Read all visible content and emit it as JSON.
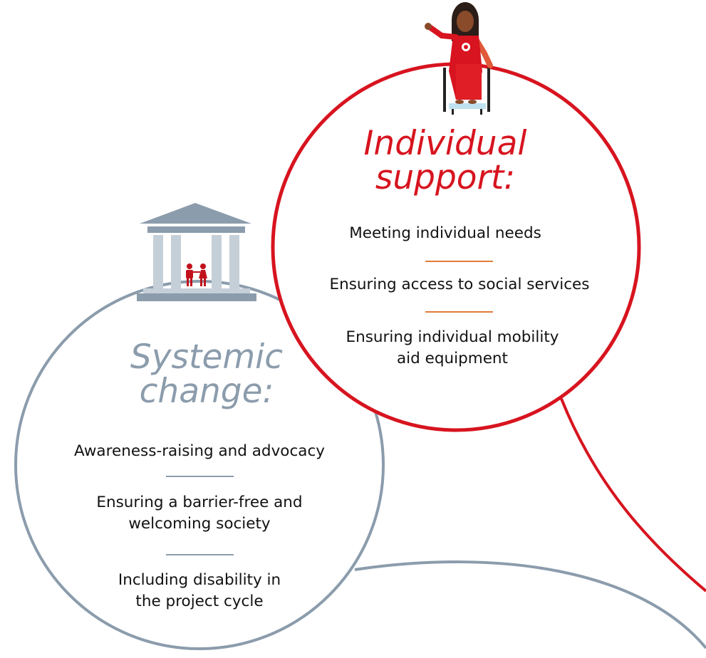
{
  "individual": {
    "title_line1": "Individual",
    "title_line2": "support:",
    "items": [
      "Meeting individual needs",
      "Ensuring access to social services",
      "Ensuring individual mobility",
      "aid equipment"
    ]
  },
  "systemic": {
    "title_line1": "Systemic",
    "title_line2": "change:",
    "items": [
      "Awareness-raising and advocacy",
      "Ensuring a barrier-free and",
      "welcoming society",
      "Including disability in",
      "the project cycle"
    ]
  },
  "colors": {
    "individual_accent": "#d7141f",
    "systemic_accent": "#8b9cac",
    "divider_individual": "#e07b3a",
    "text": "#111111"
  },
  "icons": {
    "individual": "person-in-wheelchair-icon",
    "systemic": "institution-building-icon"
  }
}
